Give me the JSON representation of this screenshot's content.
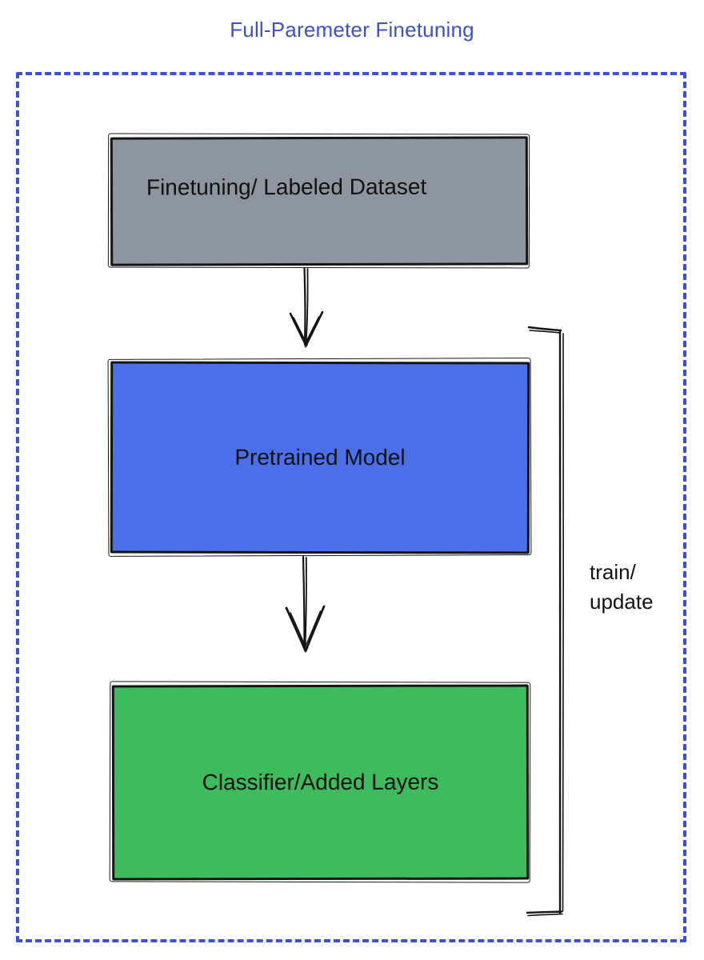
{
  "title": {
    "text": "Full-Paremeter Finetuning",
    "color": "#3a51cb"
  },
  "frame": {
    "border_color": "#3d53cc",
    "style": "dashed"
  },
  "boxes": [
    {
      "id": "dataset",
      "label": "Finetuning/ Labeled Dataset",
      "fill": "#8d959e"
    },
    {
      "id": "pretrained",
      "label": "Pretrained Model",
      "fill": "#4a6fe8"
    },
    {
      "id": "classifier",
      "label": "Classifier/Added Layers",
      "fill": "#3ebb5c"
    }
  ],
  "arrows": [
    {
      "from": "dataset",
      "to": "pretrained"
    },
    {
      "from": "pretrained",
      "to": "classifier"
    }
  ],
  "bracket_label": {
    "line1": "train/",
    "line2": "update"
  },
  "ink_color": "#141414"
}
